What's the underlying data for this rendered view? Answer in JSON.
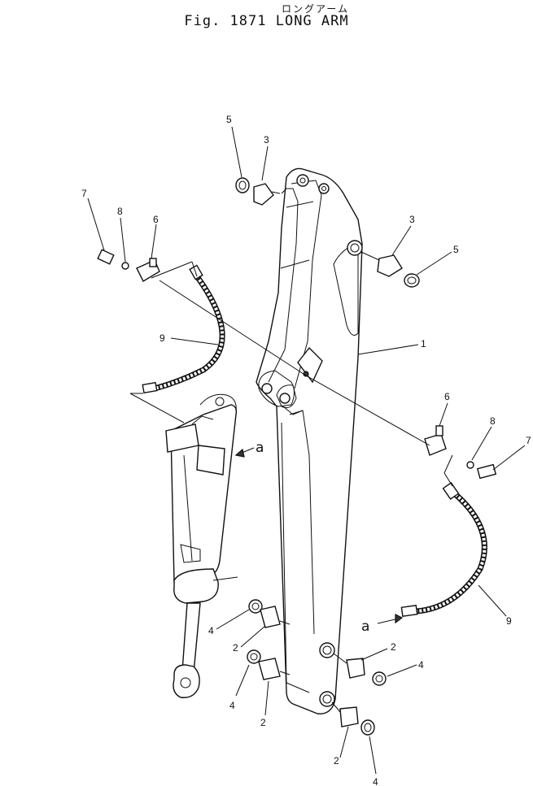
{
  "header": {
    "kana": "ロングアーム",
    "title": "Fig. 1871  LONG ARM"
  },
  "callouts": {
    "p1": "1",
    "p2a": "2",
    "p2b": "2",
    "p2c": "2",
    "p2d": "2",
    "p3a": "3",
    "p3b": "3",
    "p4a": "4",
    "p4b": "4",
    "p4c": "4",
    "p4d": "4",
    "p5a": "5",
    "p5b": "5",
    "p6a": "6",
    "p6b": "6",
    "p7a": "7",
    "p7b": "7",
    "p8a": "8",
    "p8b": "8",
    "p9a": "9",
    "p9b": "9",
    "ref_a1": "a",
    "ref_a2": "a"
  }
}
